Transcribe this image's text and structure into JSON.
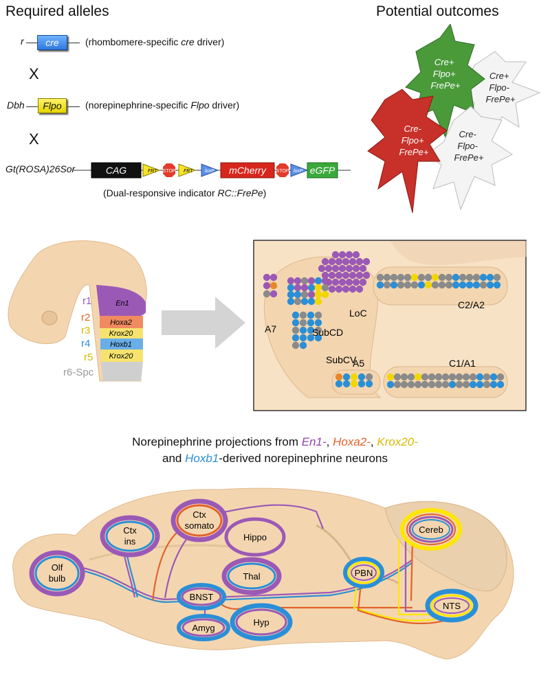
{
  "section_a": {
    "title": "Required alleles",
    "cross_mark": "X",
    "alleles": [
      {
        "locus": "r",
        "gene": "cre",
        "desc_pre": "(rhombomere-specific ",
        "desc_em": "cre",
        "desc_post": " driver)"
      },
      {
        "locus": "Dbh",
        "gene": "Flpo",
        "desc_pre": "(norepinephrine-specific ",
        "desc_em": "Flpo",
        "desc_post": " driver)"
      }
    ],
    "indicator": {
      "locus": "Gt(ROSA)26Sor",
      "elements": [
        "CAG",
        "FRT",
        "STOP",
        "FRT",
        "loxP",
        "mCherry",
        "STOP",
        "loxP",
        "eGFP"
      ],
      "caption_pre": "(Dual-responsive indicator ",
      "caption_em": "RC::FrePe",
      "caption_post": ")"
    }
  },
  "section_b": {
    "title": "Potential outcomes",
    "cells": [
      {
        "lines": [
          "Cre+",
          "Flpo+",
          "FrePe+"
        ],
        "color": "#4a9a3a"
      },
      {
        "lines": [
          "Cre+",
          "Flpo-",
          "FrePe+"
        ],
        "color": "#f4f4f4"
      },
      {
        "lines": [
          "Cre-",
          "Flpo+",
          "FrePe+"
        ],
        "color": "#c8302a"
      },
      {
        "lines": [
          "Cre-",
          "Flpo-",
          "FrePe+"
        ],
        "color": "#f4f4f4"
      }
    ]
  },
  "section_c": {
    "rhombomeres": [
      {
        "label": "r1",
        "gene": "En1",
        "color": "#9b59b6"
      },
      {
        "label": "r2",
        "gene": "Hoxa2",
        "color": "#e2622a"
      },
      {
        "label": "r3",
        "gene": "Krox20",
        "color": "#d8b800"
      },
      {
        "label": "r4",
        "gene": "Hoxb1",
        "color": "#2a8fd6"
      },
      {
        "label": "r5",
        "gene": "Krox20",
        "color": "#d8b800"
      },
      {
        "label": "r6-Spc",
        "gene": "",
        "color": "#999999"
      }
    ],
    "nuclei": [
      "LoC",
      "SubCD",
      "SubCV",
      "A7",
      "A5",
      "C2/A2",
      "C1/A1"
    ]
  },
  "section_d": {
    "title_line1_pre": "Norepinephrine projections from ",
    "title_genes": [
      {
        "text": "En1-",
        "color": "#8e44ad"
      },
      {
        "text": "Hoxa2-",
        "color": "#e2622a"
      },
      {
        "text": "Krox20-",
        "color": "#d8b800"
      },
      {
        "text": "Hoxb1",
        "color": "#2a8fd6"
      }
    ],
    "sep1": ", ",
    "sep2": ", ",
    "title_line2_pre": "and ",
    "title_line2_post": "-derived norepinephrine neurons",
    "regions": [
      "Olf bulb",
      "Ctx ins",
      "Ctx somato",
      "Hippo",
      "Thal",
      "BNST",
      "Amyg",
      "Hyp",
      "PBN",
      "Cereb",
      "NTS"
    ]
  },
  "colors": {
    "purple": "#9b59b6",
    "orange": "#e2622a",
    "yellow": "#ffe600",
    "blue": "#2a8fd6",
    "grey": "#8a8a8a",
    "tissue": "#f3d6b0"
  }
}
